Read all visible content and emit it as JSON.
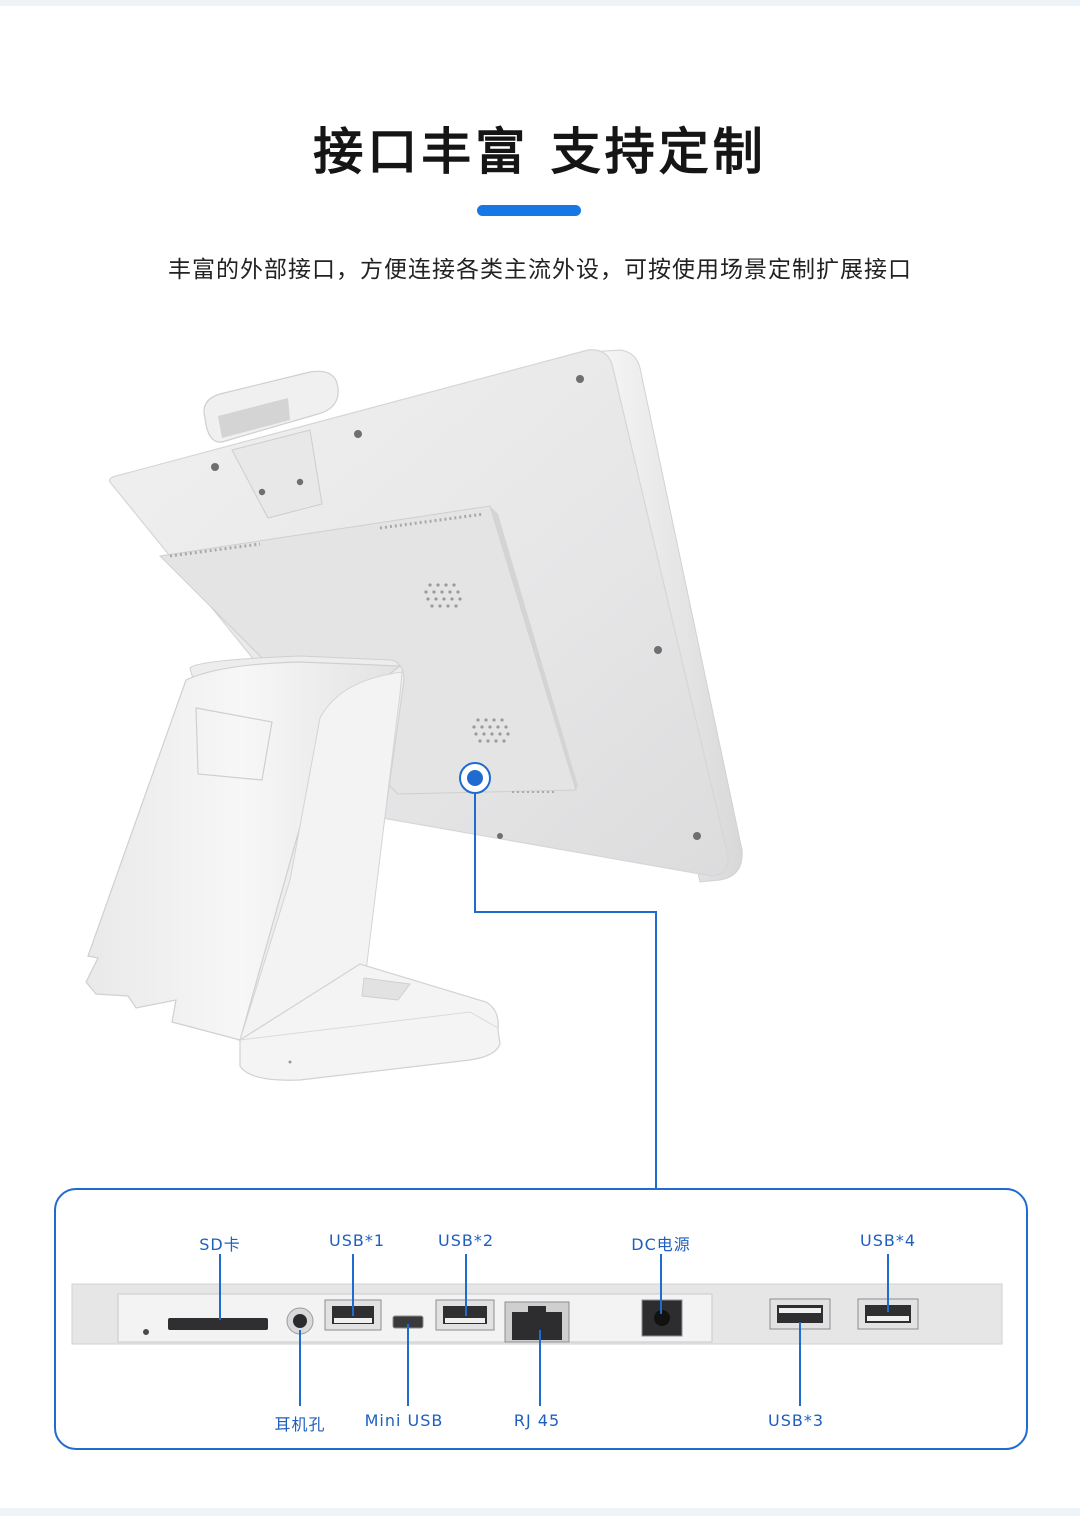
{
  "title": "接口丰富 支持定制",
  "subtitle": "丰富的外部接口，方便连接各类主流外设，可按使用场景定制扩展接口",
  "colors": {
    "accent": "#1677e5",
    "label": "#1f5fbf",
    "frame": "#1f6bd0"
  },
  "ports": {
    "sd": "SD卡",
    "usb1": "USB*1",
    "usb2": "USB*2",
    "dc": "DC电源",
    "usb4": "USB*4",
    "headphone": "耳机孔",
    "mini_usb": "Mini USB",
    "rj45": "RJ 45",
    "usb3": "USB*3"
  }
}
